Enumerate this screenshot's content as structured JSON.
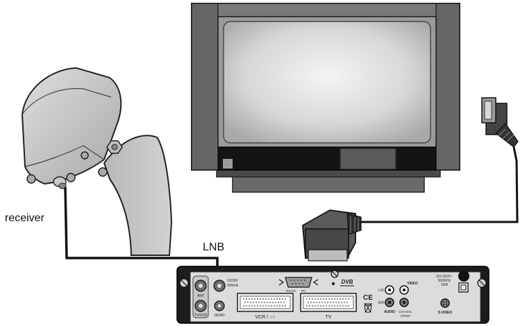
{
  "labels": {
    "receiver": "receiver",
    "lnb": "LNB"
  },
  "panel": {
    "lnb_power": "13/18V",
    "lnb_current": "500mA",
    "ant": "ANT",
    "tv_vcr": "TV/VCR",
    "demo": "DEMO",
    "rs232": "RS232",
    "pc": "PC",
    "dvb": "DVB",
    "scart_vcr": "VCR / ○○",
    "scart_tv": "TV",
    "ce": "CE",
    "audio_l": "L/G",
    "audio_r": "R/D",
    "audio": "AUDIO",
    "video": "VIDEO",
    "coaxial": "COAXIAL",
    "spdif": "S/PDIF",
    "power_voltage": "110-250V~",
    "power_freq": "50/60Hz",
    "power_watt": "15W",
    "svideo": "S-VIDEO"
  },
  "colors": {
    "bezel": "#5f5f5f",
    "bezel_dark": "#2a2a2a",
    "screen": "#d9d9d9",
    "dish": "#c4c4c4",
    "panel": "#dcdcdc",
    "cable": "#111111"
  }
}
